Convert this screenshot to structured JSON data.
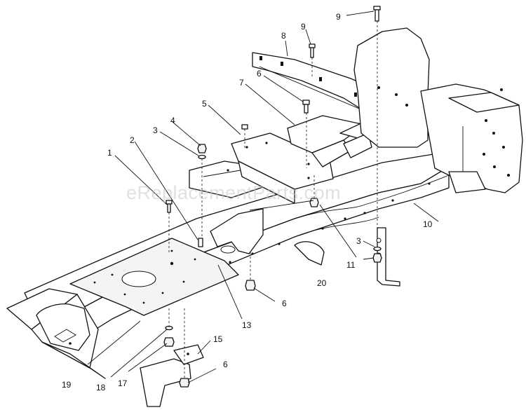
{
  "watermark": "eReplacementParts.com",
  "callouts": {
    "c1": "1",
    "c2": "2",
    "c3a": "3",
    "c3b": "3",
    "c4": "4",
    "c5": "5",
    "c6a": "6",
    "c6b": "6",
    "c6c": "6",
    "c7": "7",
    "c8": "8",
    "c9a": "9",
    "c9b": "9",
    "c10": "10",
    "c11": "11",
    "c13": "13",
    "c15": "15",
    "c17": "17",
    "c18": "18",
    "c19": "19",
    "c20": "20"
  }
}
